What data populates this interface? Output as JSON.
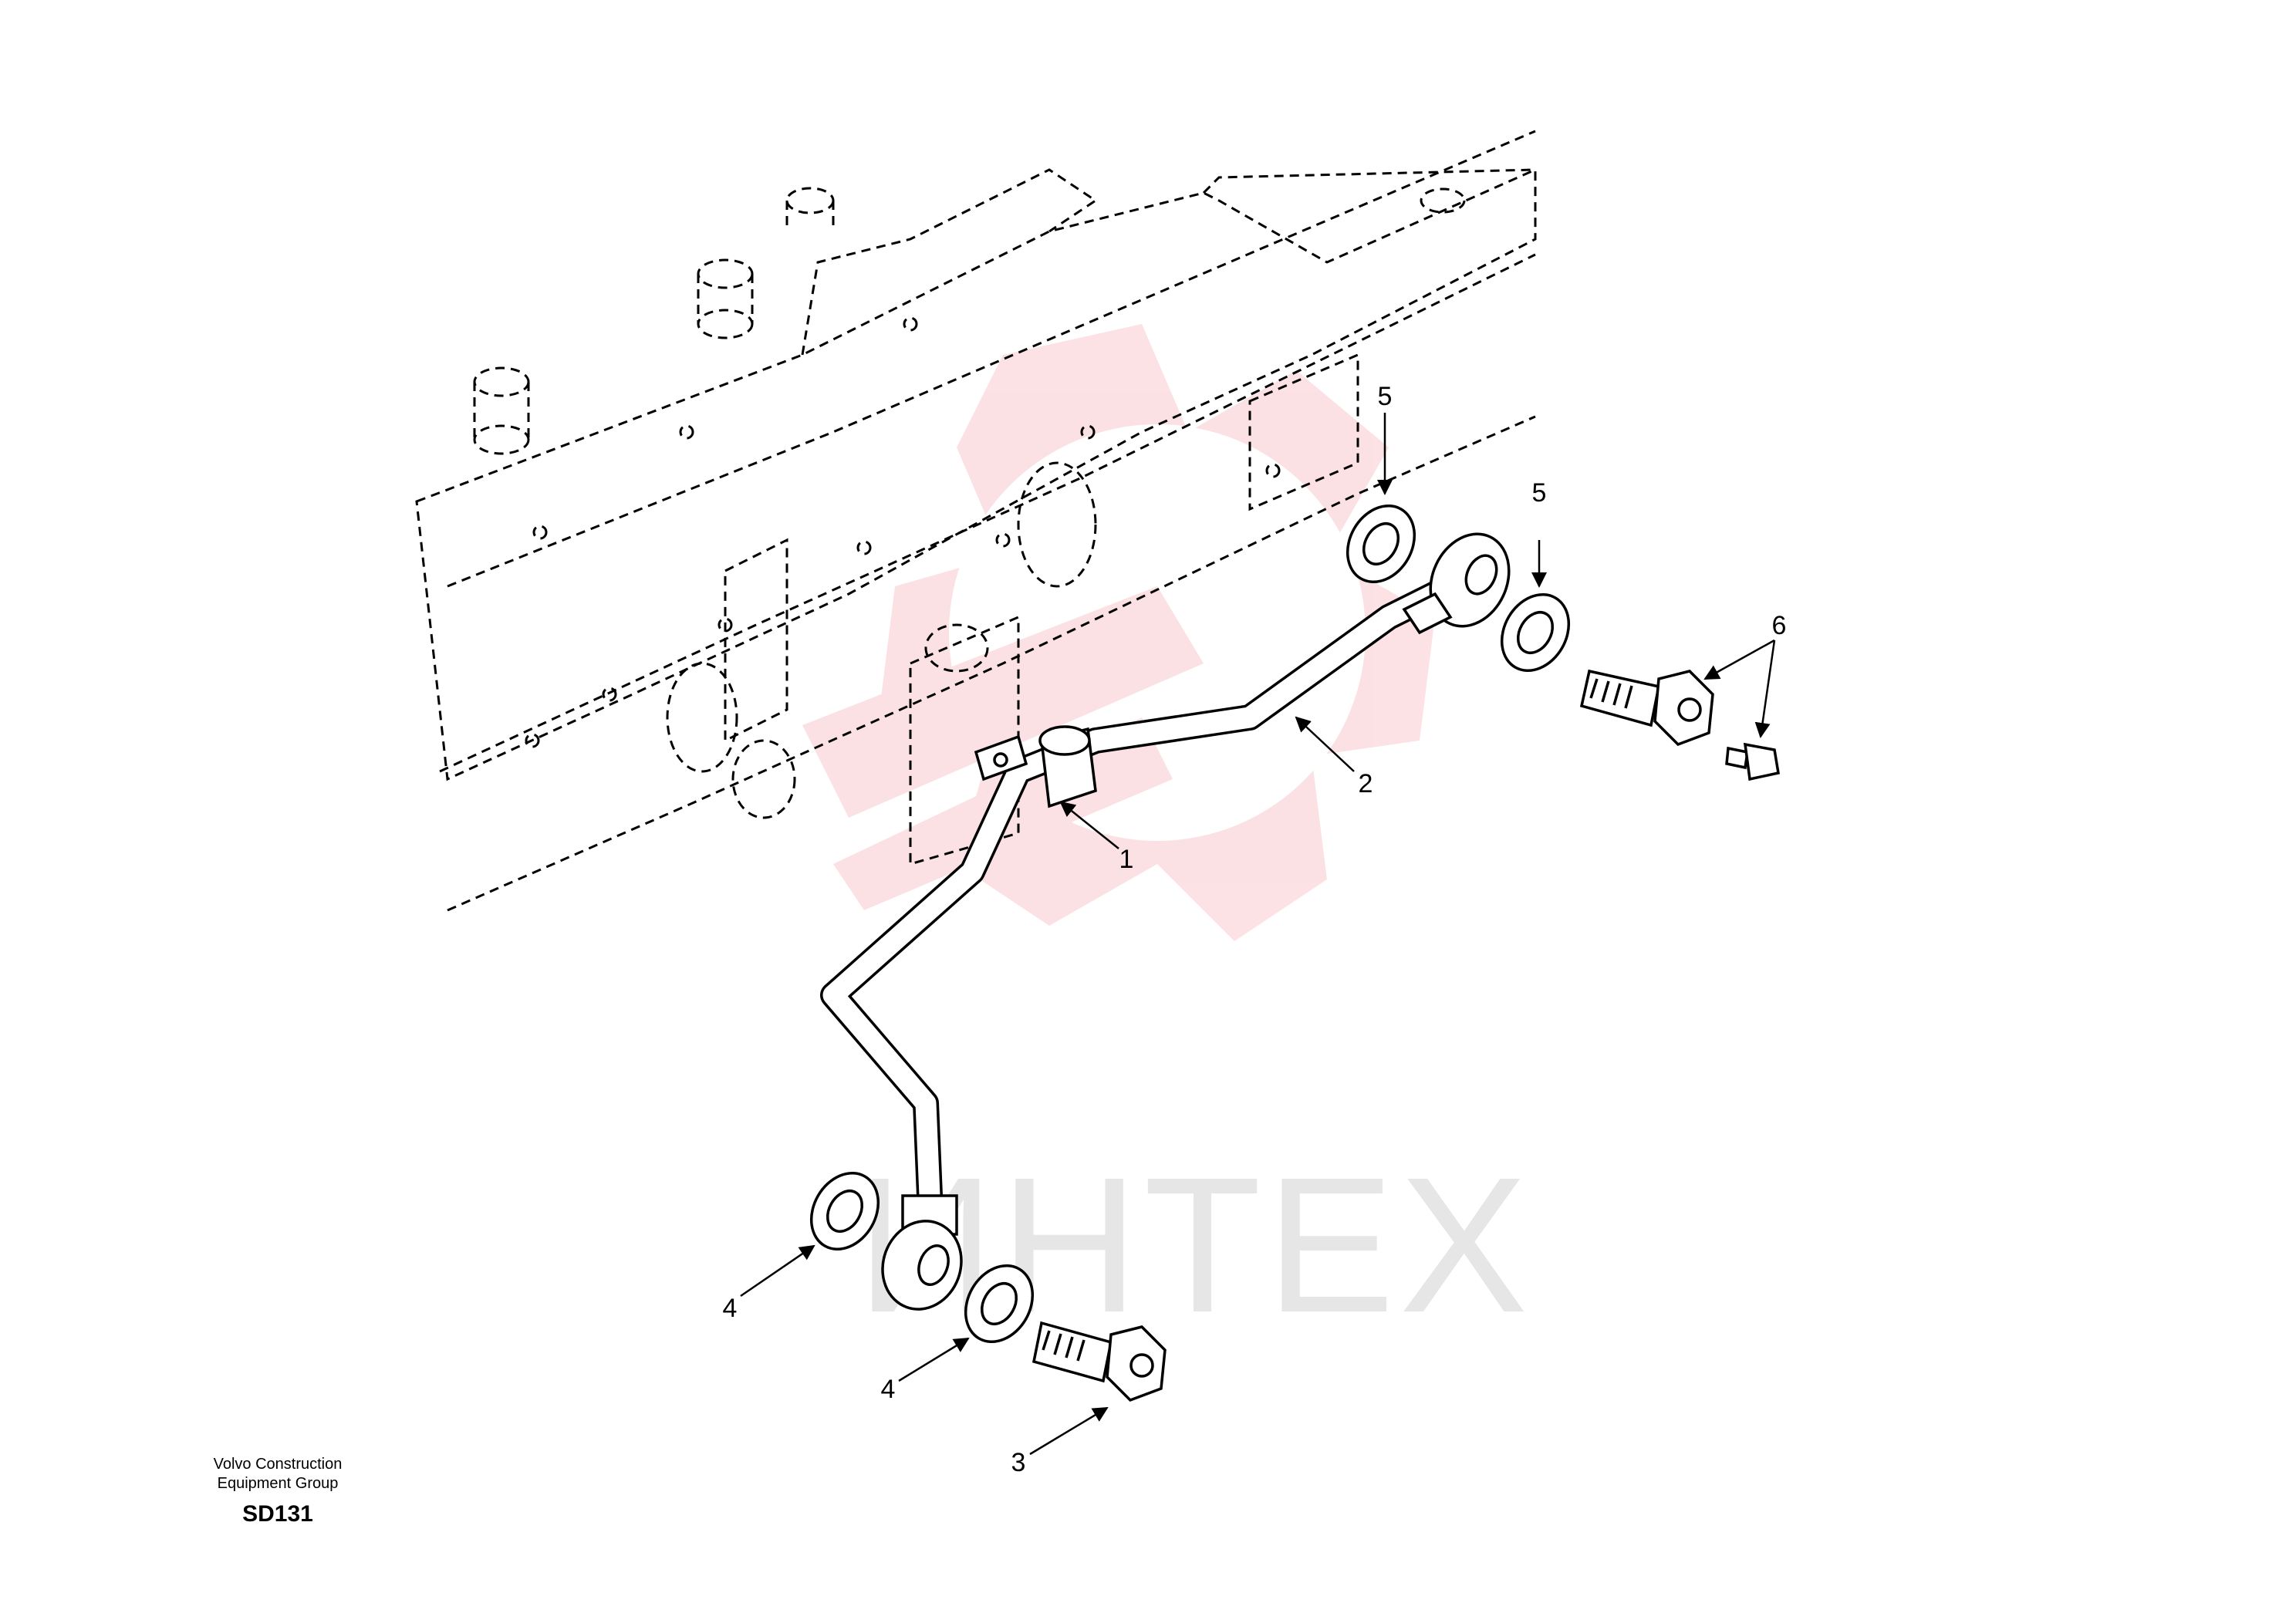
{
  "watermark": {
    "text": "ИНТЕХ",
    "color": "#f9c9cf"
  },
  "callouts": [
    {
      "id": "1",
      "label": "1"
    },
    {
      "id": "2",
      "label": "2"
    },
    {
      "id": "3",
      "label": "3"
    },
    {
      "id": "4a",
      "label": "4"
    },
    {
      "id": "4b",
      "label": "4"
    },
    {
      "id": "5a",
      "label": "5"
    },
    {
      "id": "5b",
      "label": "5"
    },
    {
      "id": "6",
      "label": "6"
    }
  ],
  "footer": {
    "company_line1": "Volvo Construction",
    "company_line2": "Equipment Group",
    "code": "SD131"
  }
}
